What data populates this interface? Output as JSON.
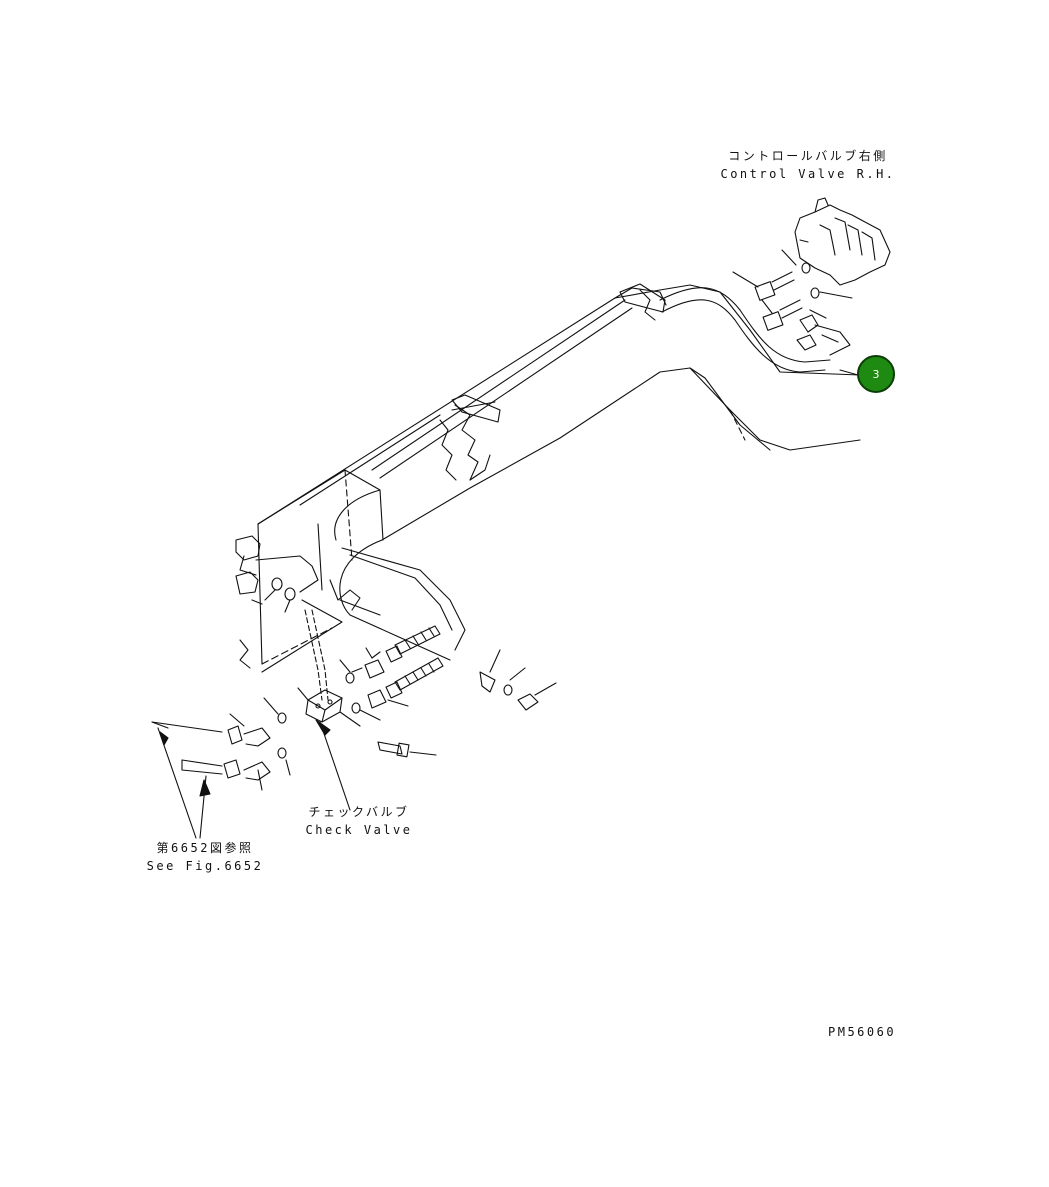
{
  "labels": {
    "control_valve_jp": "コントロールバルブ右側",
    "control_valve_en": "Control Valve R.H.",
    "check_valve_jp": "チェックバルブ",
    "check_valve_en": "Check Valve",
    "see_fig_jp": "第6652図参照",
    "see_fig_en": "See Fig.6652",
    "drawing_number": "PM56060"
  },
  "callouts": [
    {
      "number": "3",
      "color": "#1e8a12"
    }
  ]
}
